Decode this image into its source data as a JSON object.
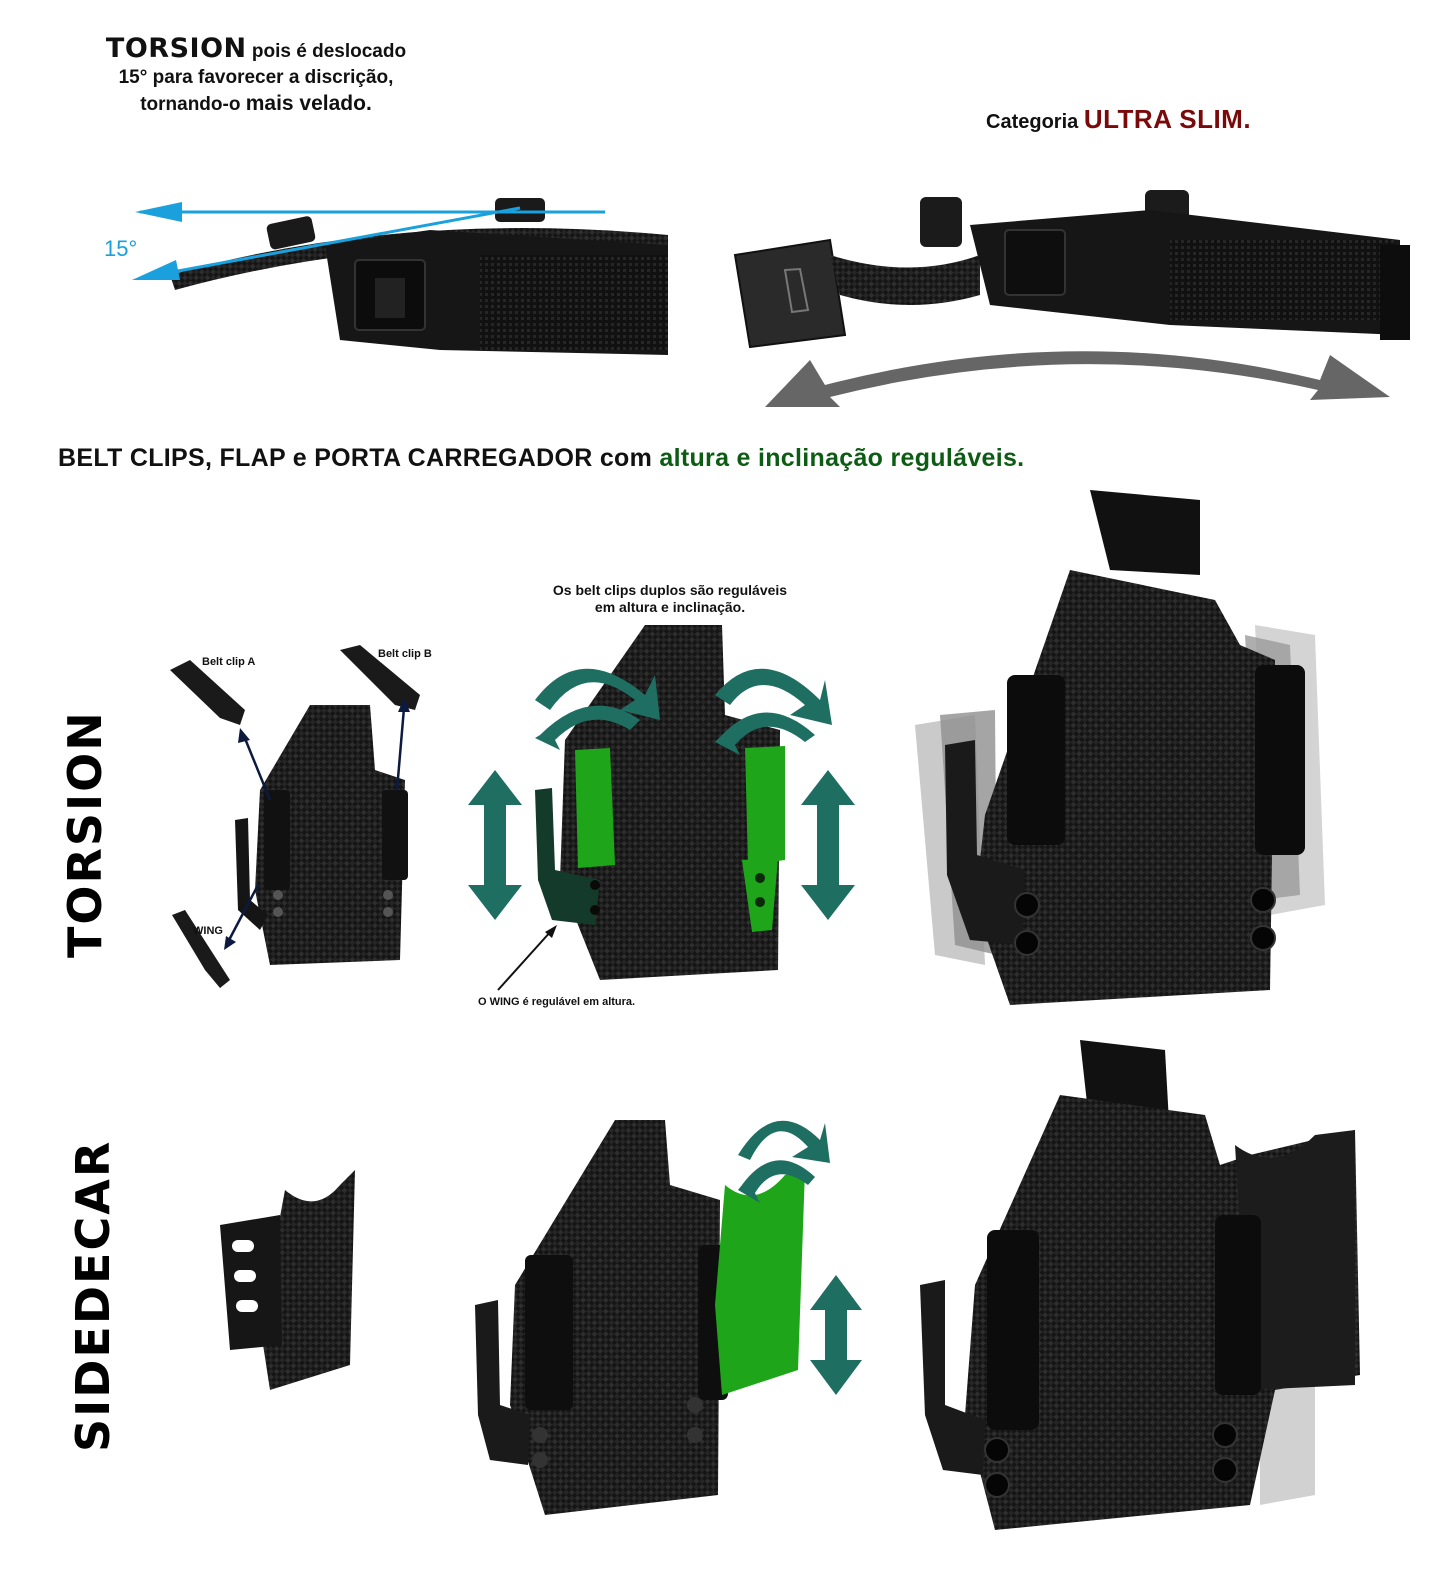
{
  "top_left": {
    "title_word": "TORSION",
    "line1_rest": "pois é  deslocado",
    "line2": "15° para favorecer a discrição,",
    "line3_prefix": "tornando-o",
    "line3_emph": "mais velado",
    "line3_end": "."
  },
  "angle_label": "15°",
  "category": {
    "prefix": "Categoria",
    "value": "ULTRA SLIM."
  },
  "headline": {
    "main": "BELT CLIPS, FLAP  e PORTA CARREGADOR com",
    "highlight": "altura e inclinação reguláveis."
  },
  "torsion": {
    "section_label": "TORSION",
    "belt_clip_a": "Belt clip A",
    "belt_clip_b": "Belt clip B",
    "wing": "WING",
    "belt_clips_note_line1": "Os belt clips duplos são reguláveis",
    "belt_clips_note_line2": "em altura e inclinação.",
    "wing_note": "O WING é regulável em altura."
  },
  "sidecar": {
    "section_label": "SIDEDECAR"
  },
  "colors": {
    "accent_green": "#0d5c14",
    "accent_red": "#7a0a0a",
    "arrow_teal": "#1f6e62",
    "bright_green": "#1fa51a",
    "angle_blue": "#1aa0dc"
  }
}
